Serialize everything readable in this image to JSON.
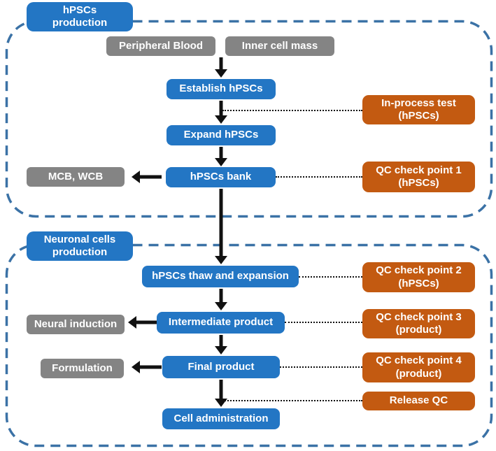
{
  "colors": {
    "node_blue": "#2376C4",
    "node_orange": "#C35A11",
    "node_gray": "#848484",
    "dash_border": "#3B72A6",
    "arrow_black": "#111111",
    "text_white": "#FFFFFF",
    "background": "#FFFFFF"
  },
  "sections": {
    "hpscs": {
      "tab_label": "hPSCs production",
      "nodes": {
        "peripheral_blood": "Peripheral Blood",
        "inner_cell_mass": "Inner cell mass",
        "establish_hpscs": "Establish hPSCs",
        "expand_hpscs": "Expand hPSCs",
        "hpscs_bank": "hPSCs bank",
        "mcb_wcb": "MCB, WCB",
        "in_process_test": "In-process test (hPSCs)",
        "qc_check_point_1": "QC check point 1 (hPSCs)"
      }
    },
    "neuronal": {
      "tab_label": "Neuronal cells production",
      "nodes": {
        "hpscs_thaw_expansion": "hPSCs thaw and expansion",
        "neural_induction": "Neural induction",
        "intermediate_product": "Intermediate product",
        "formulation": "Formulation",
        "final_product": "Final product",
        "cell_administration": "Cell administration",
        "qc_check_point_2": "QC check point 2 (hPSCs)",
        "qc_check_point_3": "QC check point 3 (product)",
        "qc_check_point_4": "QC check point 4 (product)",
        "release_qc": "Release QC"
      }
    }
  }
}
